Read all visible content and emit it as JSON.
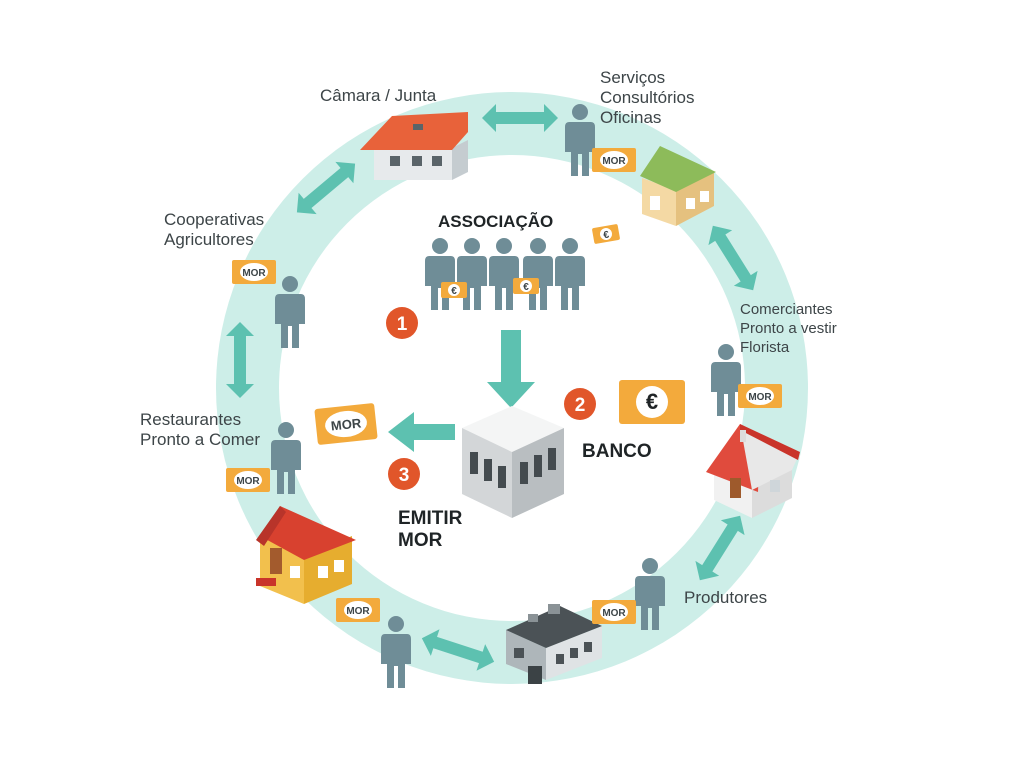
{
  "colors": {
    "ring": "#cdeee8",
    "arrow": "#5dc1b0",
    "person": "#6f8d97",
    "step_badge": "#e1562a",
    "note": "#f3aa3c"
  },
  "center": {
    "association": "ASSOCIAÇÃO",
    "bank": "BANCO",
    "issue_line1": "EMITIR",
    "issue_line2": "MOR",
    "steps": [
      "1",
      "2",
      "3"
    ],
    "euro_symbol": "€",
    "mor_label": "MOR"
  },
  "nodes": {
    "camara": {
      "line1": "Câmara / Junta"
    },
    "servicos": {
      "line1": "Serviços",
      "line2": "Consultórios",
      "line3": "Oficinas"
    },
    "comerciantes": {
      "line1": "Comerciantes",
      "line2": "Pronto a vestir",
      "line3": "Florista"
    },
    "produtores": {
      "line1": "Produtores"
    },
    "restaurantes": {
      "line1": "Restaurantes",
      "line2": "Pronto a Comer"
    },
    "cooperativas": {
      "line1": "Cooperativas",
      "line2": "Agricultores"
    }
  }
}
